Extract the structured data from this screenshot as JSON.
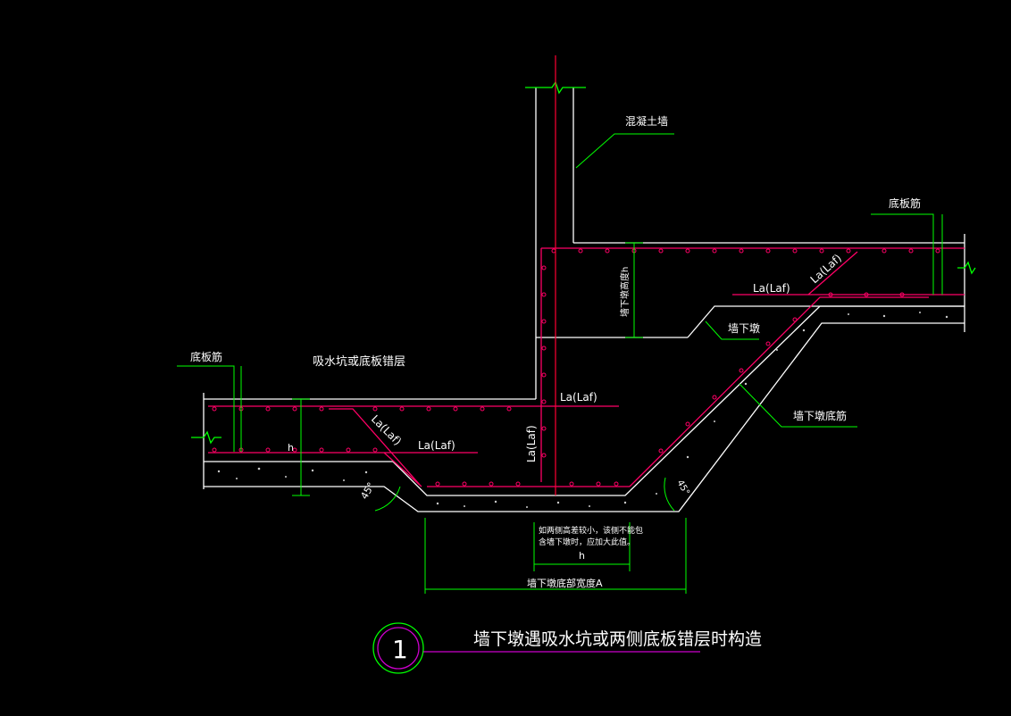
{
  "labels": {
    "concrete_wall": "混凝土墙",
    "bottom_bar_right": "底板筋",
    "bottom_bar_left": "底板筋",
    "sump_or_step": "吸水坑或底板错层",
    "pier_height_h": "墙下墩高度h",
    "under_wall_pier": "墙下墩",
    "pier_bottom_bar": "墙下墩底筋",
    "la_top_right": "La(Laf)",
    "la_slope_right": "La(Laf)",
    "la_mid": "La(Laf)",
    "la_slope_left": "La(Laf)",
    "la_bottom_left": "La(Laf)",
    "la_vertical": "La(Laf)",
    "h_left": "h",
    "h_bottom": "h",
    "angle_left": "45°",
    "angle_right": "45°",
    "note_line1": "如两侧高差较小，该侧不能包",
    "note_line2": "含墙下墩时，应加大此值。",
    "width_a": "墙下墩底部宽度A",
    "title": "墙下墩遇吸水坑或两侧底板错层时构造",
    "detail_number": "1"
  },
  "colors": {
    "background": "#000000",
    "outline": "#ffffff",
    "rebar": "#ff0066",
    "leader": "#00ff00",
    "axis": "#ff0033",
    "concrete_fill": "#ffffff",
    "title_underline": "#cc00cc"
  }
}
